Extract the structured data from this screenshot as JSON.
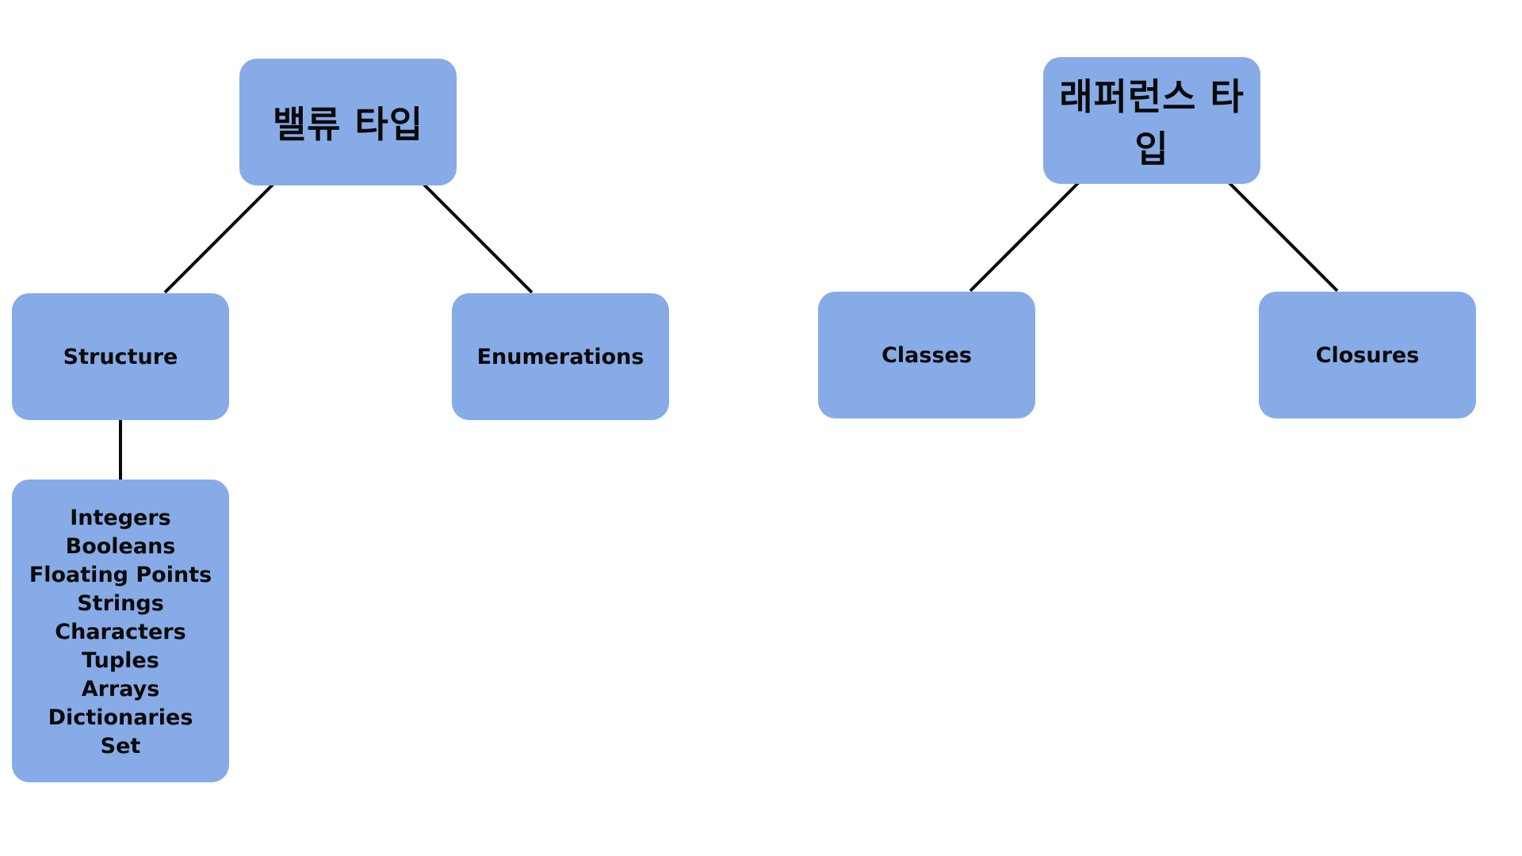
{
  "diagram": {
    "colors": {
      "node_fill": "#87abe7",
      "connector": "#0a0a0a",
      "background": "#ffffff"
    },
    "value_type": {
      "label": "밸류 타입",
      "children": {
        "structure": {
          "label": "Structure",
          "members": [
            "Integers",
            "Booleans",
            "Floating Points",
            "Strings",
            "Characters",
            "Tuples",
            "Arrays",
            "Dictionaries",
            "Set"
          ]
        },
        "enumerations": {
          "label": "Enumerations"
        }
      }
    },
    "reference_type": {
      "label": "래퍼런스 타입",
      "children": {
        "classes": {
          "label": "Classes"
        },
        "closures": {
          "label": "Closures"
        }
      }
    }
  }
}
